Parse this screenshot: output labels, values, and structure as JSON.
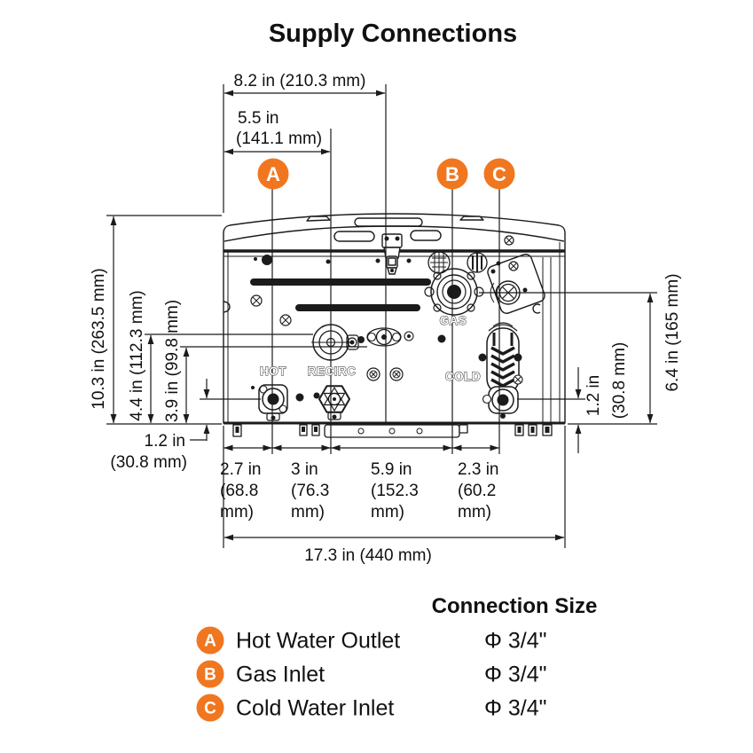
{
  "title": "Supply Connections",
  "colors": {
    "accent": "#F0771F",
    "line": "#1B1B1B",
    "text": "#111111"
  },
  "diagram": {
    "badges": {
      "a": "A",
      "b": "B",
      "c": "C"
    },
    "port_labels": {
      "hot": "HOT",
      "recirc": "RECIRC",
      "gas": "GAS",
      "cold": "COLD"
    },
    "dimensions": {
      "top_width": "8.2 in (210.3 mm)",
      "recirc_offset_l1": "5.5 in",
      "recirc_offset_l2": "(141.1 mm)",
      "height": "10.3 in (263.5 mm)",
      "recirc_height": "4.4 in (112.3 mm)",
      "drain_height": "3.9 in (99.8 mm)",
      "hot_height_l1": "1.2 in",
      "hot_height_l2": "(30.8 mm)",
      "bottom_segments": [
        {
          "lines": [
            "2.7 in",
            "(68.8",
            "mm)"
          ]
        },
        {
          "lines": [
            "3 in",
            "(76.3",
            "mm)"
          ]
        },
        {
          "lines": [
            "5.9 in",
            "(152.3",
            "mm)"
          ]
        },
        {
          "lines": [
            "2.3 in",
            "(60.2",
            "mm)"
          ]
        }
      ],
      "total_width": "17.3 in (440 mm)",
      "cold_height_l1": "1.2 in",
      "cold_height_l2": "(30.8 mm)",
      "gas_height": "6.4 in (165 mm)"
    }
  },
  "legend": {
    "header": "Connection Size",
    "rows": [
      {
        "badge": "A",
        "label": "Hot Water Outlet",
        "size": "Φ 3/4\""
      },
      {
        "badge": "B",
        "label": "Gas Inlet",
        "size": "Φ 3/4\""
      },
      {
        "badge": "C",
        "label": "Cold Water Inlet",
        "size": "Φ 3/4\""
      }
    ]
  }
}
